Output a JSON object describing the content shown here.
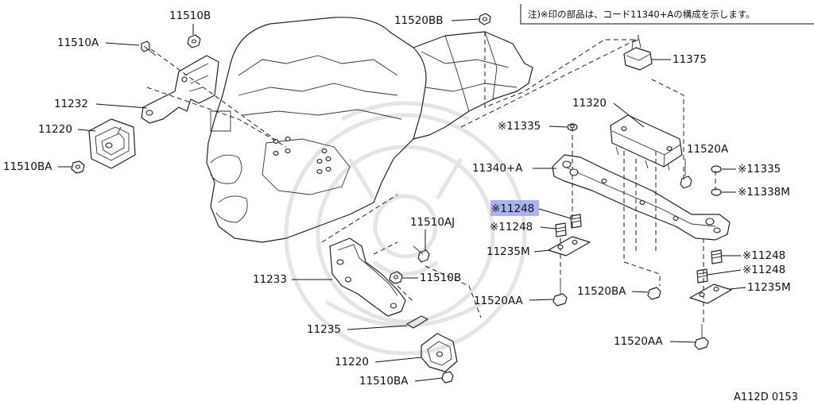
{
  "note": "注)※印の部品は、コード11340+Aの構成を示します。",
  "reference_code": "A112D 0153",
  "highlight_color": "#9aa6ea",
  "labels": {
    "11510B_top": "11510B",
    "11510A": "11510A",
    "11232": "11232",
    "11220_top": "11220",
    "11510BA_top": "11510BA",
    "11520BB": "11520BB",
    "11375": "11375",
    "11320": "11320",
    "11335_a": "※11335",
    "11340A": "11340+A",
    "11520A": "11520A",
    "11335_b": "※11335",
    "11338M": "※11338M",
    "11248_hl": "※11248",
    "11248_b": "※11248",
    "11510AJ": "11510AJ",
    "11235M_left": "11235M",
    "11248_c": "※11248",
    "11248_d": "※11248",
    "11233": "11233",
    "11510B_mid": "11510B",
    "11520BA": "11520BA",
    "11235M_right": "11235M",
    "11520AA_left": "11520AA",
    "11235": "11235",
    "11520AA_right": "11520AA",
    "11220_bottom": "11220",
    "11510BA_bottom": "11510BA"
  }
}
